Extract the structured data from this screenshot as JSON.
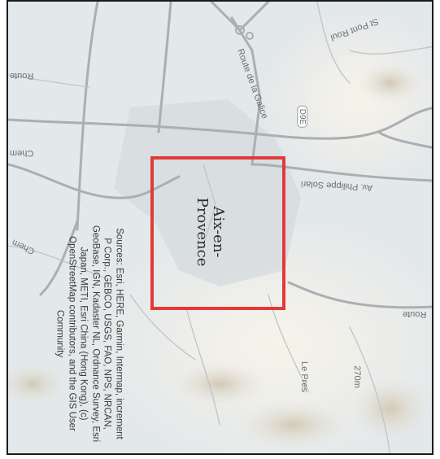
{
  "map": {
    "city": "Aix-en-Provence",
    "attribution": "Sources: Esri, HERE, Garmin, Intermap, increment P Corp., GEBCO, USGS, FAO, NPS, NRCAN, GeoBase, IGN, Kadaster NL, Ordnance Survey, Esri Japan, METI, Esri China (Hong Kong), (c) OpenStreetMap contributors, and the GIS User Community",
    "labels": {
      "road_top_right": "St Pont Roul",
      "route_center": "Route de la Galice",
      "road_number": "D9E",
      "avenue_right": "Av. Philippe Solari",
      "road_left_upper": "Route",
      "road_left_mid": "Chem",
      "road_left_lower": "Chem",
      "road_lower_right": "Route",
      "hill_label": "Le Pres",
      "elevation_label": "270m"
    },
    "highlight_color": "#e23a3a",
    "water_color": "#e3e8ea"
  }
}
